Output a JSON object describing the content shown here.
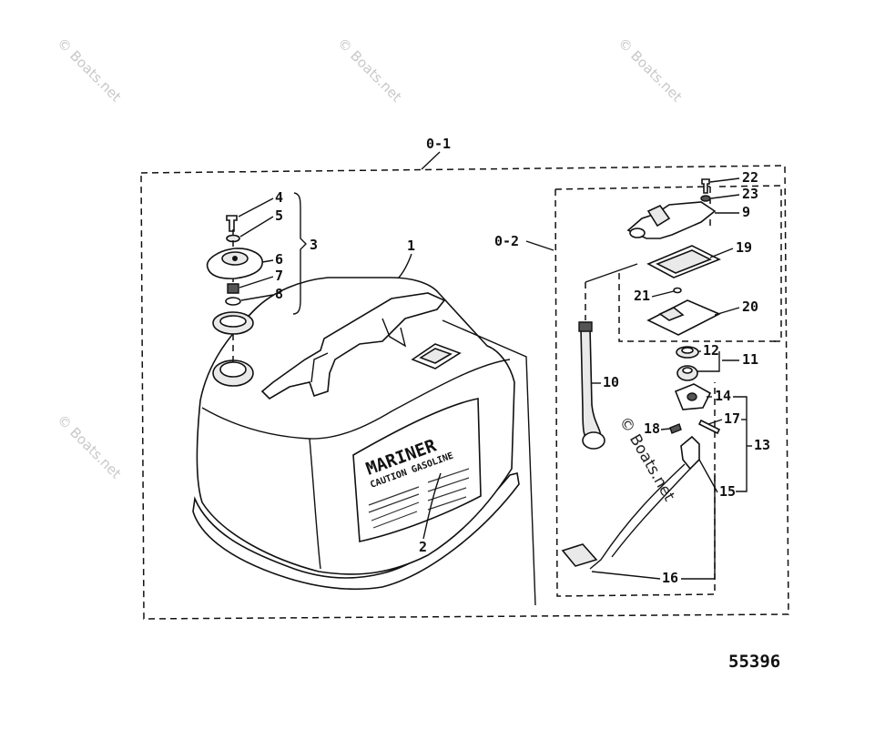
{
  "watermark": "© Boats.net",
  "figure_number": "55396",
  "decal": {
    "brand": "MARINER",
    "caution": "CAUTION GASOLINE"
  },
  "labels": {
    "l1": "1",
    "l2": "2",
    "l3": "3",
    "l4": "4",
    "l5": "5",
    "l6": "6",
    "l7": "7",
    "l8": "8",
    "l9": "9",
    "l10": "10",
    "l11": "11",
    "l12": "12",
    "l13": "13",
    "l14": "14",
    "l15": "15",
    "l16": "16",
    "l17": "17",
    "l18": "18",
    "l19": "19",
    "l20": "20",
    "l21": "21",
    "l22": "22",
    "l23": "23",
    "l01": "0-1",
    "l02": "0-2"
  }
}
